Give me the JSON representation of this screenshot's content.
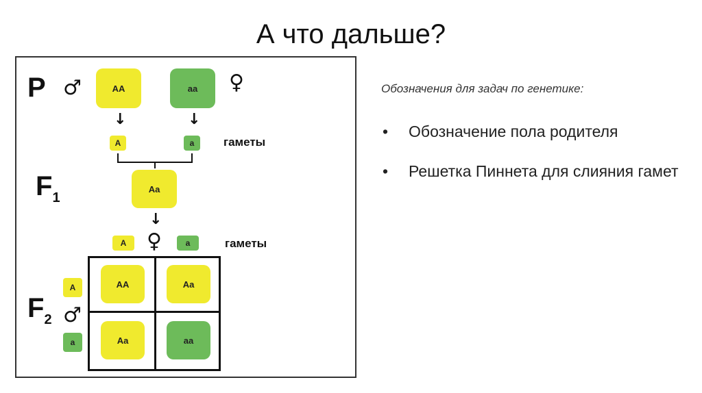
{
  "slide": {
    "title": "А что дальше?",
    "subheading": "Обозначения для задач по генетике:",
    "bullets": [
      "Обозначение пола родителя",
      "Решетка Пиннета для слияния гамет"
    ]
  },
  "diagram": {
    "labels": {
      "p": "P",
      "f": "F",
      "f1_sub": "1",
      "f2_sub": "2"
    },
    "male_symbol": "♂",
    "female_symbol": "♀",
    "gametes_label": "гаметы",
    "parents": {
      "male": "AA",
      "female": "aa"
    },
    "parent_gametes": {
      "male": "A",
      "female": "a"
    },
    "f1": "Aa",
    "f1_gametes": {
      "yellow": "A",
      "green": "a"
    },
    "f2_gametes": {
      "yellow": "A",
      "green": "a"
    },
    "punnett": [
      [
        "AA",
        "Aa"
      ],
      [
        "Aa",
        "aa"
      ]
    ],
    "colors": {
      "yellow": "#f0ea2e",
      "green": "#6dbb5a"
    }
  }
}
